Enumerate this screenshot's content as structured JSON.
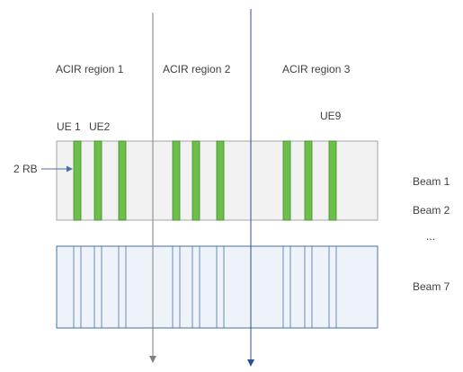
{
  "regions": [
    "ACIR region 1",
    "ACIR region 2",
    "ACIR region 3"
  ],
  "ue_labels": [
    "UE 1",
    "UE2",
    "UE9"
  ],
  "rb_label": "2 RB",
  "beam_labels": [
    "Beam 1",
    "Beam 2",
    "...",
    "Beam 7"
  ],
  "colors": {
    "ue_bar": "#6cc04a",
    "ue_bar_stroke": "#3f8a2a",
    "panel_top_fill": "#f2f2f2",
    "panel_bottom_fill": "#eef3fa",
    "panel_bottom_stroke": "#4a6fa5",
    "separator_gray": "#7f7f7f",
    "separator_blue": "#2e4f8f"
  }
}
